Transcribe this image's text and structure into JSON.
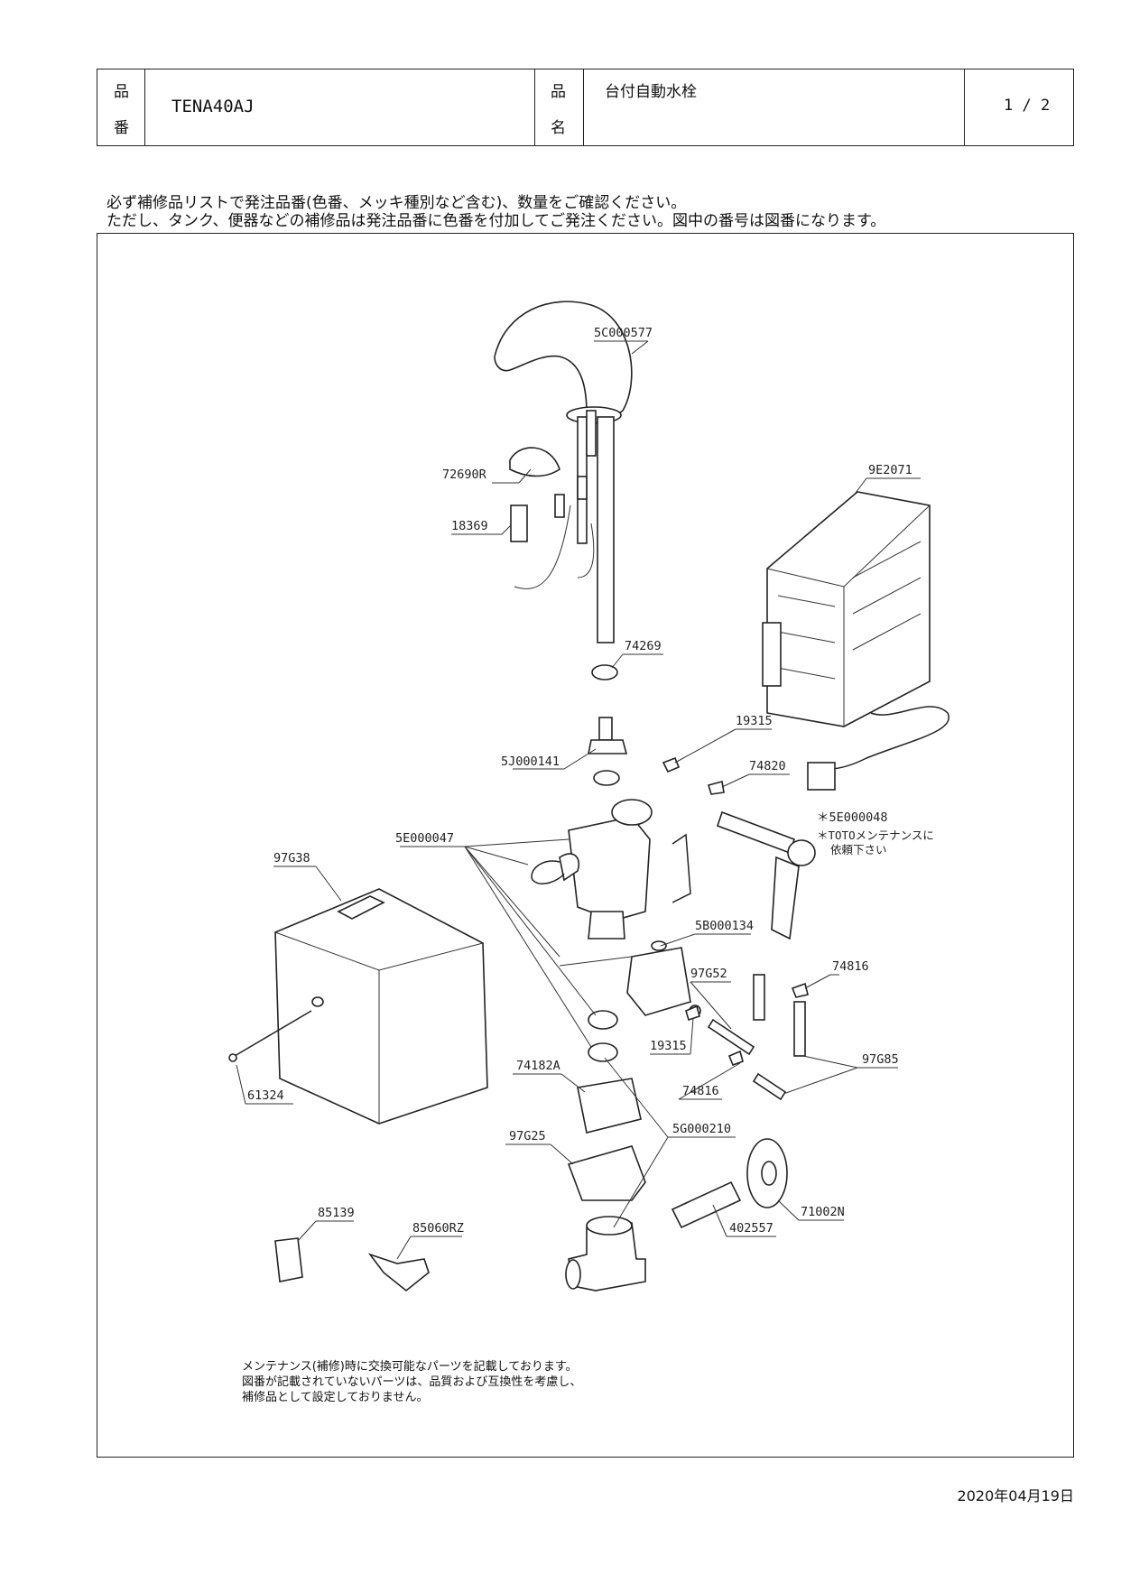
{
  "header": {
    "label_hinban_1": "品",
    "label_hinban_2": "番",
    "product_code": "TENA40AJ",
    "label_hinmei_1": "品",
    "label_hinmei_2": "名",
    "product_name": "台付自動水栓",
    "page": "1 / 2"
  },
  "notes": {
    "line1": "必ず補修品リストで発注品番(色番、メッキ種別など含む)、数量をご確認ください。",
    "line2": "ただし、タンク、便器などの補修品は発注品番に色番を付加してご発注ください。図中の番号は図番になります。"
  },
  "parts": {
    "p5C000577": "5C000577",
    "p72690R": "72690R",
    "p18369": "18369",
    "p9E2071": "9E2071",
    "p74269": "74269",
    "p19315a": "19315",
    "p5J000141": "5J000141",
    "p74820": "74820",
    "p5E000048": "＊5E000048",
    "toto_note1": "＊TOTOメンテナンスに",
    "toto_note2": "依頼下さい",
    "p5E000047": "5E000047",
    "p97G38": "97G38",
    "p5B000134": "5B000134",
    "p97G52": "97G52",
    "p74816a": "74816",
    "p19315b": "19315",
    "p97G85": "97G85",
    "p74182A": "74182A",
    "p74816b": "74816",
    "p61324": "61324",
    "p5G000210": "5G000210",
    "p97G25": "97G25",
    "p85139": "85139",
    "p85060RZ": "85060RZ",
    "p402557": "402557",
    "p71002N": "71002N"
  },
  "maintenance": {
    "line1": "メンテナンス(補修)時に交換可能なパーツを記載しております。",
    "line2": "図番が記載されていないパーツは、品質および互換性を考慮し、",
    "line3": "補修品として設定しておりません。"
  },
  "date": "2020年04月19日"
}
